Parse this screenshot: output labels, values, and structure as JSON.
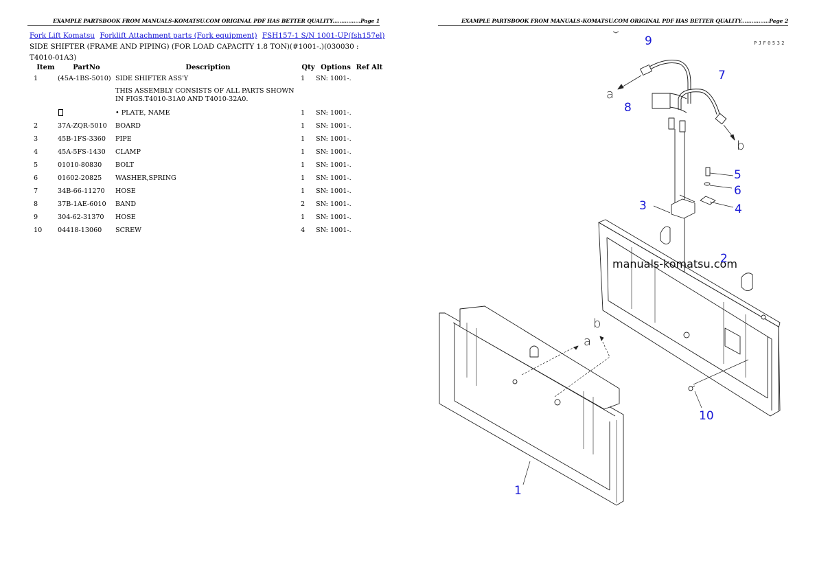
{
  "pages": {
    "page1": {
      "header": "EXAMPLE PARTSBOOK FROM MANUALS-KOMATSU.COM ORIGINAL PDF HAS BETTER QUALITY................Page 1"
    },
    "page2": {
      "header": "EXAMPLE PARTSBOOK FROM MANUALS-KOMATSU.COM ORIGINAL PDF HAS BETTER QUALITY................Page 2"
    }
  },
  "breadcrumb": {
    "links": [
      "Fork Lift Komatsu",
      "Forklift Attachment parts (Fork equipment)",
      "FSH157-1 S/N 1001-UP(fsh157el)"
    ]
  },
  "section_title": "SIDE SHIFTER (FRAME AND PIPING) (FOR LOAD CAPACITY 1.8 TON)(#1001-.)(030030 : T4010-01A3)",
  "table": {
    "headers": {
      "item": "Item",
      "partno": "PartNo",
      "description": "Description",
      "qty": "Qty",
      "options": "Options",
      "refalt": "Ref Alt"
    },
    "rows": [
      {
        "item": "1",
        "partno": "(45A-1BS-5010)",
        "description": "SIDE SHIFTER ASS'Y",
        "qty": "1",
        "options": "SN: 1001-.",
        "refalt": ""
      },
      {
        "item": "",
        "partno": "",
        "description": "THIS ASSEMBLY CONSISTS OF ALL PARTS SHOWN IN FIGS.T4010-31A0 AND T4010-32A0.",
        "qty": "",
        "options": "",
        "refalt": ""
      },
      {
        "item": "",
        "partno": "",
        "description": "• PLATE, NAME",
        "qty": "1",
        "options": "SN: 1001-.",
        "refalt": ""
      },
      {
        "item": "2",
        "partno": "37A-ZQR-5010",
        "description": "BOARD",
        "qty": "1",
        "options": "SN: 1001-.",
        "refalt": ""
      },
      {
        "item": "3",
        "partno": "45B-1FS-3360",
        "description": "PIPE",
        "qty": "1",
        "options": "SN: 1001-.",
        "refalt": ""
      },
      {
        "item": "4",
        "partno": "45A-5FS-1430",
        "description": "CLAMP",
        "qty": "1",
        "options": "SN: 1001-.",
        "refalt": ""
      },
      {
        "item": "5",
        "partno": "01010-80830",
        "description": "BOLT",
        "qty": "1",
        "options": "SN: 1001-.",
        "refalt": ""
      },
      {
        "item": "6",
        "partno": "01602-20825",
        "description": "WASHER,SPRING",
        "qty": "1",
        "options": "SN: 1001-.",
        "refalt": ""
      },
      {
        "item": "7",
        "partno": "34B-66-11270",
        "description": "HOSE",
        "qty": "1",
        "options": "SN: 1001-.",
        "refalt": ""
      },
      {
        "item": "8",
        "partno": "37B-1AE-6010",
        "description": "BAND",
        "qty": "2",
        "options": "SN: 1001-.",
        "refalt": ""
      },
      {
        "item": "9",
        "partno": "304-62-31370",
        "description": "HOSE",
        "qty": "1",
        "options": "SN: 1001-.",
        "refalt": ""
      },
      {
        "item": "10",
        "partno": "04418-13060",
        "description": "SCREW",
        "qty": "4",
        "options": "SN: 1001-.",
        "refalt": ""
      }
    ]
  },
  "diagram": {
    "figure_code": "PJF0532",
    "watermark": "manuals-komatsu.com",
    "callouts": [
      "1",
      "2",
      "3",
      "4",
      "5",
      "6",
      "7",
      "8",
      "9",
      "10"
    ],
    "connector_letters": {
      "a": "a",
      "b": "b"
    },
    "colors": {
      "callout": "#1a1ad6",
      "link": "#1515d6"
    }
  }
}
